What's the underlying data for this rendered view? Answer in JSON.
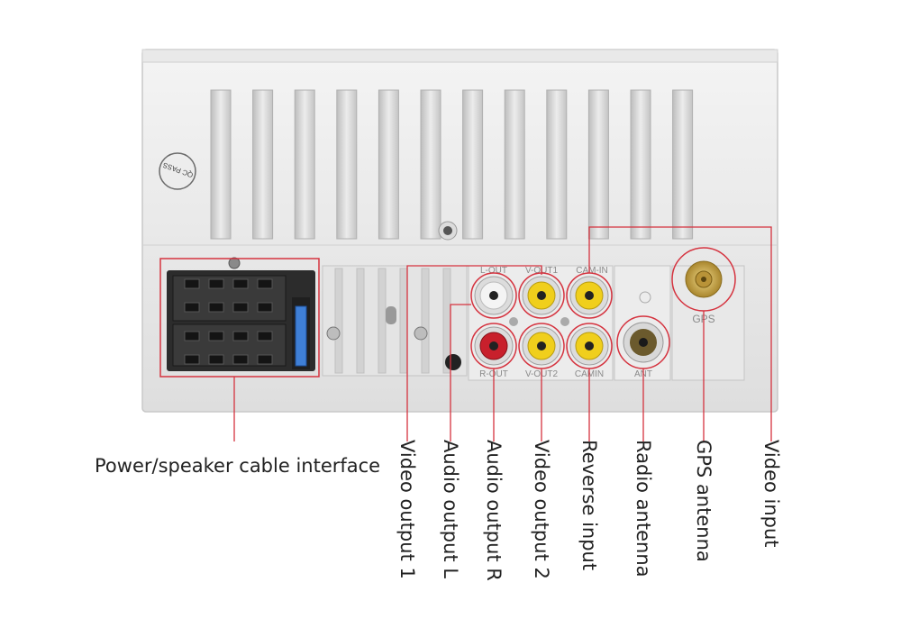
{
  "panel": {
    "qc_stamp": "QC PASS",
    "jack_labels": {
      "top_left": "L-OUT",
      "top_mid": "V-OUT1",
      "top_right": "CAM-IN",
      "bottom_left": "R-OUT",
      "bottom_mid": "V-OUT2",
      "bottom_right": "CAMIN",
      "antenna": "ANT",
      "gps": "GPS"
    }
  },
  "callouts": {
    "power": "Power/speaker cable interface",
    "video_out_1": "Video output 1",
    "audio_out_l": "Audio output L",
    "audio_out_r": "Audio output R",
    "video_out_2": "Video output 2",
    "reverse_in": "Reverse input",
    "radio_antenna": "Radio antenna",
    "gps_antenna": "GPS antenna",
    "video_in": "Video input"
  },
  "colors": {
    "callout_line": "#d5333f",
    "jack_white": "#f4f4f4",
    "jack_yellow": "#f0cf1c",
    "jack_red": "#c8202c",
    "gps_gold": "#c9a646",
    "fuse_blue": "#3f7fd6"
  }
}
